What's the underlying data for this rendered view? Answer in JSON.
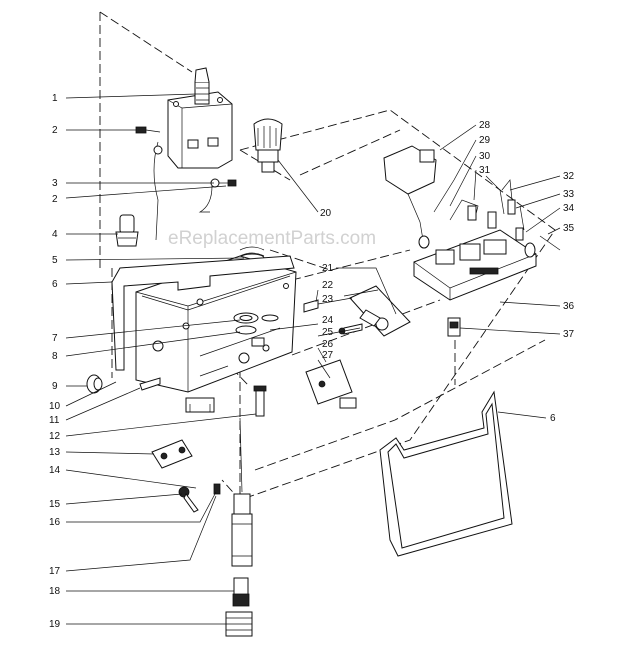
{
  "watermark": "eReplacementParts.com",
  "callouts": [
    "1",
    "2",
    "3",
    "2",
    "4",
    "5",
    "6",
    "7",
    "8",
    "9",
    "10",
    "11",
    "12",
    "13",
    "14",
    "15",
    "16",
    "17",
    "18",
    "19",
    "20",
    "21",
    "22",
    "23",
    "24",
    "25",
    "26",
    "27",
    "28",
    "29",
    "30",
    "31",
    "32",
    "33",
    "34",
    "35",
    "36",
    "37",
    "6"
  ]
}
